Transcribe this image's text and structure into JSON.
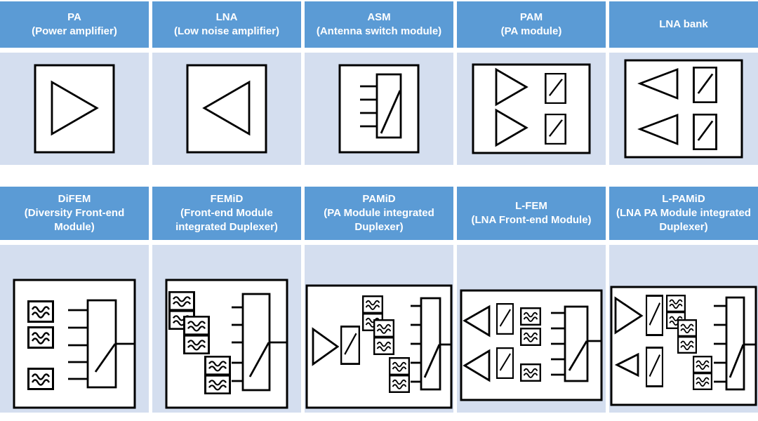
{
  "colors": {
    "header_bg": "#5B9BD5",
    "header_text": "#FFFFFF",
    "cell_bg": "#D4DEEF",
    "diagram_stroke": "#000000",
    "diagram_fill": "#FFFFFF"
  },
  "rows": [
    {
      "cells": [
        {
          "abbr": "PA",
          "full": "(Power amplifier)",
          "diagram": "pa-diagram",
          "symbols": [
            "amplifier-right-triangle"
          ]
        },
        {
          "abbr": "LNA",
          "full": "(Low noise amplifier)",
          "diagram": "lna-diagram",
          "symbols": [
            "amplifier-left-triangle"
          ]
        },
        {
          "abbr": "ASM",
          "full": "(Antenna switch module)",
          "diagram": "asm-diagram",
          "symbols": [
            "multi-throw-switch"
          ]
        },
        {
          "abbr": "PAM",
          "full": "(PA module)",
          "diagram": "pam-diagram",
          "symbols": [
            "amplifier-right-triangle",
            "amplifier-right-triangle",
            "switch",
            "switch"
          ]
        },
        {
          "abbr": "LNA bank",
          "full": "",
          "diagram": "lna-bank-diagram",
          "symbols": [
            "amplifier-left-triangle",
            "amplifier-left-triangle",
            "switch",
            "switch"
          ]
        }
      ]
    },
    {
      "cells": [
        {
          "abbr": "DiFEM",
          "full": "(Diversity Front-end Module)",
          "diagram": "difem-diagram",
          "symbols": [
            "filter",
            "filter",
            "filter",
            "multi-throw-switch"
          ]
        },
        {
          "abbr": "FEMiD",
          "full": "(Front-end Module integrated Duplexer)",
          "diagram": "femid-diagram",
          "symbols": [
            "duplexer",
            "duplexer",
            "duplexer",
            "multi-throw-switch"
          ]
        },
        {
          "abbr": "PAMiD",
          "full": "(PA Module integrated Duplexer)",
          "diagram": "pamid-diagram",
          "symbols": [
            "amplifier-right-triangle",
            "switch",
            "duplexer",
            "duplexer",
            "duplexer",
            "multi-throw-switch"
          ]
        },
        {
          "abbr": "L-FEM",
          "full": "(LNA Front-end Module)",
          "diagram": "lfem-diagram",
          "symbols": [
            "amplifier-left-triangle",
            "switch",
            "amplifier-left-triangle",
            "switch",
            "filter",
            "filter",
            "filter",
            "multi-throw-switch"
          ]
        },
        {
          "abbr": "L-PAMiD",
          "full": "(LNA PA Module integrated Duplexer)",
          "diagram": "lpamid-diagram",
          "symbols": [
            "amplifier-right-triangle",
            "switch",
            "amplifier-left-triangle",
            "switch",
            "duplexer",
            "duplexer",
            "duplexer",
            "multi-throw-switch"
          ]
        }
      ]
    }
  ]
}
